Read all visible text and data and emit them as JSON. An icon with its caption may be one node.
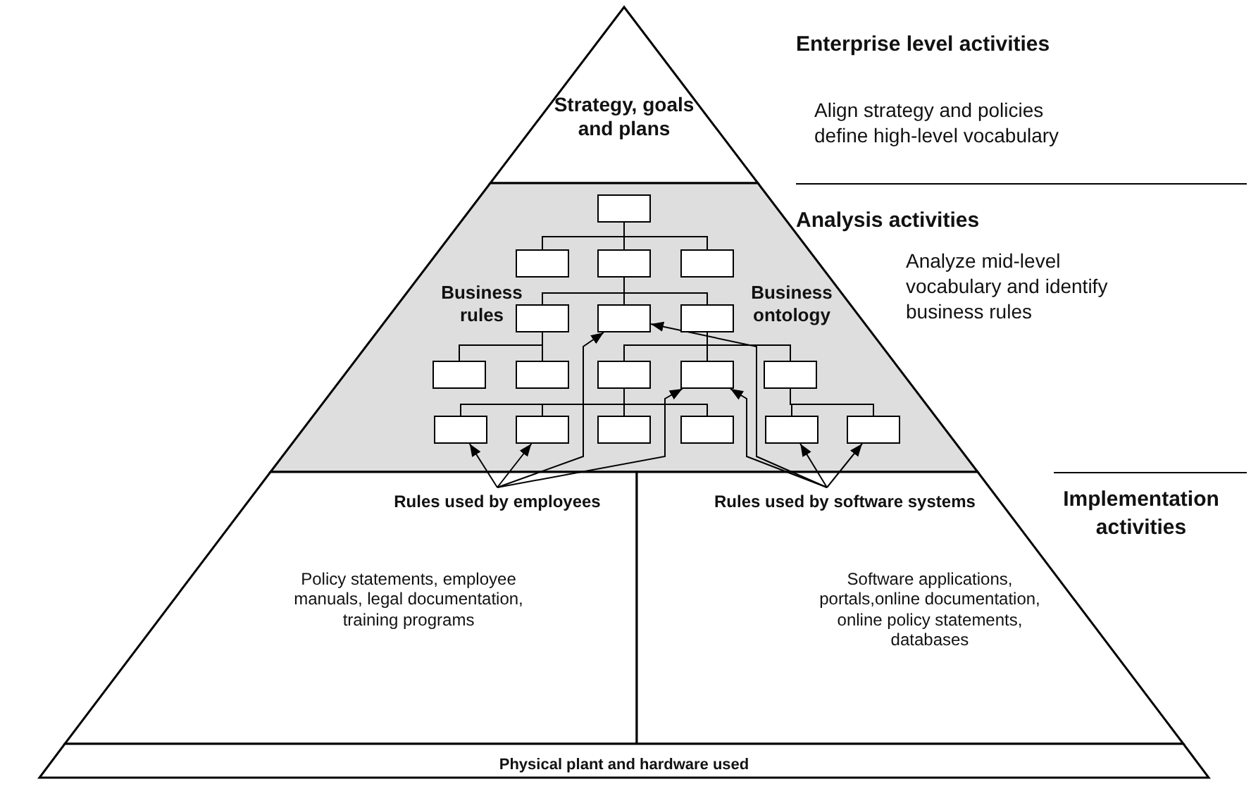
{
  "diagram": {
    "nodes": [
      {
        "text": [
          "Strategy, goals and plans"
        ]
      },
      {
        "text": [
          "Business rules",
          "Business ontology"
        ]
      },
      {
        "text": [],
        "shape": "box",
        "in": 1
      },
      {
        "text": [],
        "shape": "box",
        "in": 1
      },
      {
        "text": [],
        "shape": "box",
        "in": 1
      },
      {
        "text": [],
        "shape": "box",
        "in": 1
      },
      {
        "text": [],
        "shape": "box",
        "in": 1
      },
      {
        "text": [],
        "shape": "box",
        "in": 1
      },
      {
        "text": [],
        "shape": "box",
        "in": 1
      },
      {
        "text": [],
        "shape": "box",
        "in": 1
      },
      {
        "text": [],
        "shape": "box",
        "in": 1
      },
      {
        "text": [],
        "shape": "box",
        "in": 1
      },
      {
        "text": [],
        "shape": "box",
        "in": 1
      },
      {
        "text": [],
        "shape": "box",
        "in": 1
      },
      {
        "text": [],
        "shape": "box",
        "in": 1
      },
      {
        "text": [],
        "shape": "box",
        "in": 1
      },
      {
        "text": [],
        "shape": "box",
        "in": 1
      },
      {
        "text": [],
        "shape": "box",
        "in": 1
      },
      {
        "text": [],
        "shape": "box",
        "in": 1
      },
      {
        "text": [],
        "shape": "box",
        "in": 1
      },
      {
        "text": [
          "Policy statements, employee manuals, legal documentation, training programs"
        ]
      },
      {
        "text": [
          "Rules used by employees"
        ],
        "in": 20
      },
      {
        "text": [
          "Software applications, portals,online documentation, online policy statements, databases"
        ]
      },
      {
        "text": [
          "Rules used by software systems"
        ],
        "in": 22
      },
      {
        "text": [
          "Physical plant and hardware used"
        ]
      }
    ],
    "edges": [
      {
        "from": 2,
        "to": 3,
        "arrow": "none"
      },
      {
        "from": 2,
        "to": 4,
        "arrow": "none"
      },
      {
        "from": 2,
        "to": 5,
        "arrow": "none"
      },
      {
        "from": 4,
        "to": 6,
        "arrow": "none"
      },
      {
        "from": 4,
        "to": 7,
        "arrow": "none"
      },
      {
        "from": 4,
        "to": 8,
        "arrow": "none"
      },
      {
        "from": 6,
        "to": 9,
        "arrow": "none"
      },
      {
        "from": 6,
        "to": 10,
        "arrow": "none"
      },
      {
        "from": 8,
        "to": 11,
        "arrow": "none"
      },
      {
        "from": 8,
        "to": 12,
        "arrow": "none"
      },
      {
        "from": 8,
        "to": 13,
        "arrow": "none"
      },
      {
        "from": 11,
        "to": 14,
        "arrow": "none"
      },
      {
        "from": 11,
        "to": 15,
        "arrow": "none"
      },
      {
        "from": 11,
        "to": 16,
        "arrow": "none"
      },
      {
        "from": 11,
        "to": 17,
        "arrow": "none"
      },
      {
        "from": 13,
        "to": 18,
        "arrow": "none"
      },
      {
        "from": 13,
        "to": 19,
        "arrow": "none"
      },
      {
        "from": 21,
        "to": 14,
        "arrow": "to"
      },
      {
        "from": 21,
        "to": 15,
        "arrow": "to"
      },
      {
        "from": 21,
        "to": 7,
        "arrow": "to"
      },
      {
        "from": 21,
        "to": 12,
        "arrow": "to"
      },
      {
        "from": 23,
        "to": 7,
        "arrow": "to"
      },
      {
        "from": 23,
        "to": 12,
        "arrow": "to"
      },
      {
        "from": 23,
        "to": 18,
        "arrow": "to"
      },
      {
        "from": 23,
        "to": 19,
        "arrow": "to"
      }
    ],
    "labels": [
      "Enterprise level activities",
      "Align strategy and policies define high-level vocabulary",
      "Analysis activities",
      "Analyze mid-level vocabulary and identify business rules",
      "Implementation activities"
    ]
  }
}
